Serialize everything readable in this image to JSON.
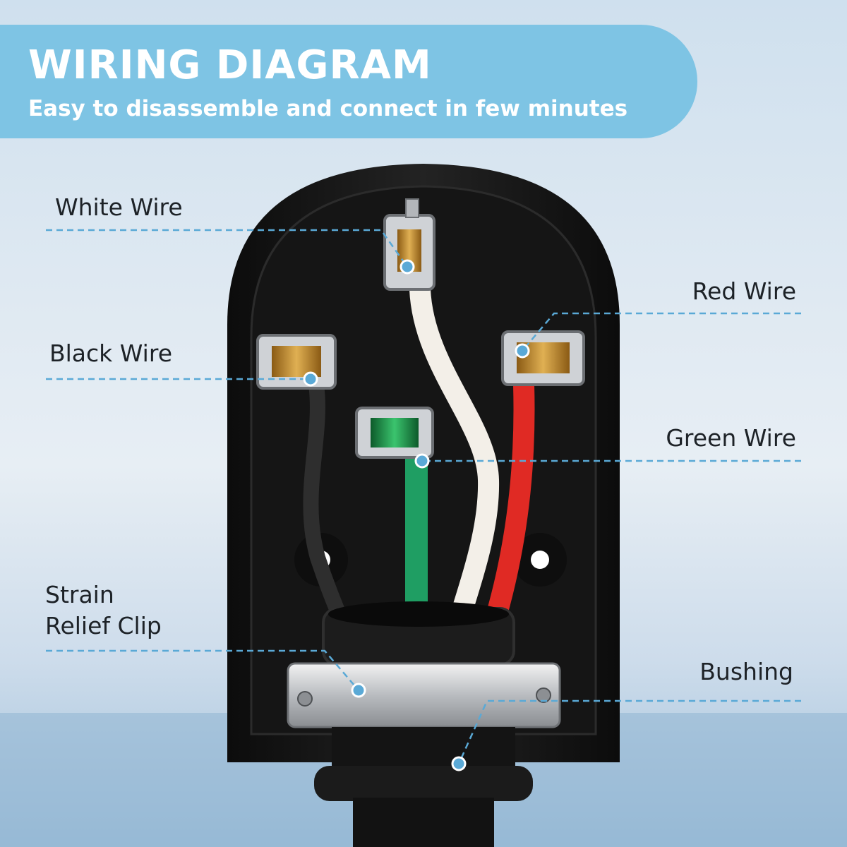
{
  "header": {
    "title": "WIRING DIAGRAM",
    "subtitle": "Easy to disassemble and connect in few minutes"
  },
  "callouts": {
    "white_wire": "White Wire",
    "black_wire": "Black Wire",
    "red_wire": "Red Wire",
    "green_wire": "Green Wire",
    "strain_relief_clip": [
      "Strain",
      "Relief Clip"
    ],
    "bushing": "Bushing"
  },
  "colors": {
    "banner": "#7ec4e4",
    "leader_line": "#5aa9d6",
    "plug_body": "#1a1a1a",
    "white_wire": "#f3efe8",
    "black_wire": "#2a2a2a",
    "red_wire": "#e02a24",
    "green_wire": "#1f9e63"
  }
}
